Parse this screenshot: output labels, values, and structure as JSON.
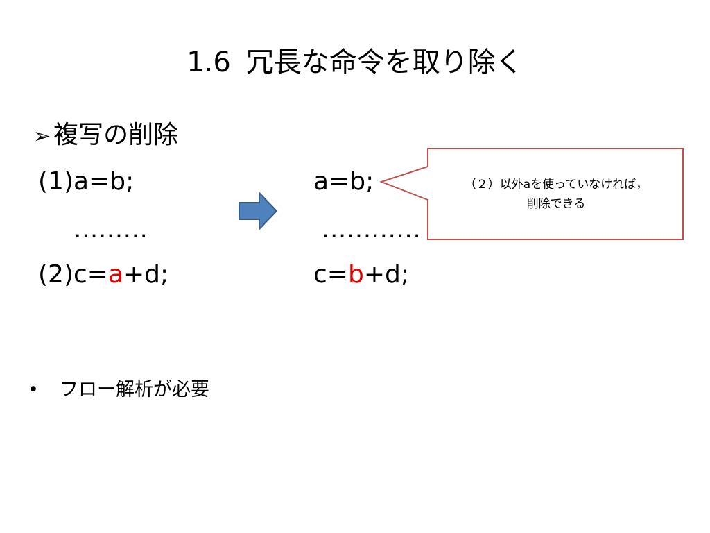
{
  "slide": {
    "title_number": "1.6",
    "title_text": "冗長な命令を取り除く",
    "section_marker": "➢",
    "section_heading": "複写の削除",
    "before": {
      "line1": "(1)a=b;",
      "line2": ".........",
      "line3_prefix": "(2)c=",
      "line3_highlight": "a",
      "line3_suffix": "+d;"
    },
    "after": {
      "line1": "a=b;",
      "line2": "............",
      "line3_prefix": "c=",
      "line3_highlight": "b",
      "line3_suffix": "+d;"
    },
    "callout_line1": "（２）以外aを使っていなければ，",
    "callout_line2": "削除できる",
    "footer_bullet_marker": "•",
    "footer_bullet_text": "フロー解析が必要"
  },
  "colors": {
    "highlight": "#e60000",
    "arrow_fill": "#4f81bd",
    "arrow_stroke": "#385d8a",
    "callout_border": "#c0504d"
  }
}
